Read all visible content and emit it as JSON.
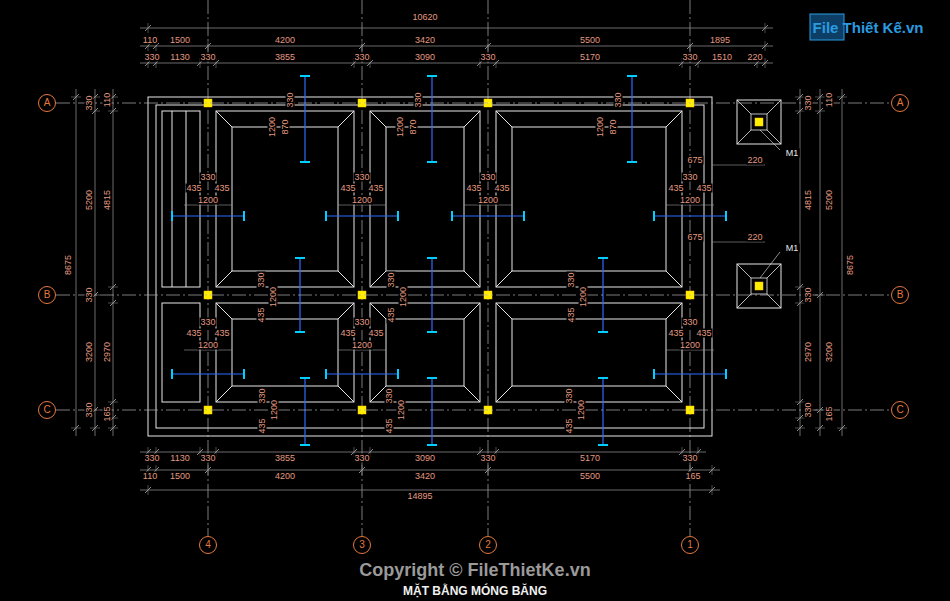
{
  "diagram": {
    "caption": "MẶT BẰNG MÓNG BĂNG",
    "nodes": [
      {
        "text": [
          "A"
        ]
      },
      {
        "text": [
          "B"
        ]
      },
      {
        "text": [
          "C"
        ]
      },
      {
        "text": [
          "A"
        ]
      },
      {
        "text": [
          "B"
        ]
      },
      {
        "text": [
          "C"
        ]
      },
      {
        "text": [
          "4"
        ]
      },
      {
        "text": [
          "3"
        ]
      },
      {
        "text": [
          "2"
        ]
      },
      {
        "text": [
          "1"
        ]
      }
    ],
    "edges": [
      {
        "from": 0,
        "to": 3,
        "arrow": "none"
      },
      {
        "from": 1,
        "to": 4,
        "arrow": "none"
      },
      {
        "from": 2,
        "to": 5,
        "arrow": "none"
      }
    ],
    "labels": [
      "10620",
      "110",
      "1500",
      "4200",
      "3420",
      "5500",
      "1895",
      "330",
      "1130",
      "330",
      "3855",
      "330",
      "3090",
      "330",
      "5170",
      "330",
      "1510",
      "220",
      "330",
      "1200",
      "870",
      "330",
      "1200",
      "870",
      "330",
      "1200",
      "870",
      "330",
      "435",
      "435",
      "1200",
      "330",
      "435",
      "435",
      "1200",
      "330",
      "435",
      "435",
      "1200",
      "330",
      "435",
      "435",
      "1200",
      "675",
      "220",
      "675",
      "220",
      "330",
      "1200",
      "435",
      "330",
      "1200",
      "435",
      "330",
      "1200",
      "435",
      "330",
      "435",
      "435",
      "1200",
      "330",
      "435",
      "435",
      "1200",
      "330",
      "435",
      "435",
      "1200",
      "330",
      "1200",
      "435",
      "330",
      "1200",
      "435",
      "330",
      "1200",
      "435",
      "330",
      "5200",
      "330",
      "3200",
      "330",
      "110",
      "4815",
      "2970",
      "165",
      "8675",
      "330",
      "4815",
      "330",
      "2970",
      "330",
      "110",
      "5200",
      "3200",
      "165",
      "8675",
      "330",
      "1130",
      "330",
      "3855",
      "330",
      "3090",
      "330",
      "5170",
      "330",
      "110",
      "1500",
      "4200",
      "3420",
      "5500",
      "165",
      "14895",
      "M1",
      "M1",
      "Copyright © FileThietKe.vn",
      "File Thiết Kế.vn"
    ]
  }
}
